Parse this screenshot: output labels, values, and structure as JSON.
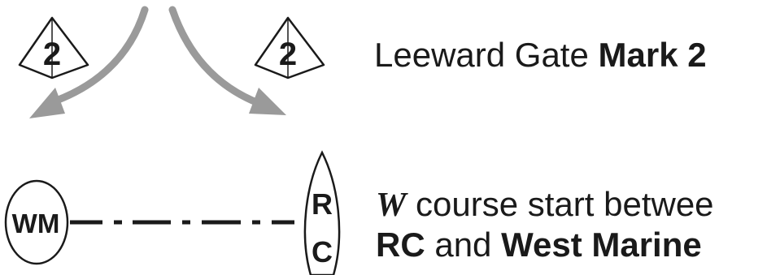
{
  "marks": {
    "left_mark_number": "2",
    "right_mark_number": "2",
    "wm_label": "WM",
    "rc_label_top": "R",
    "rc_label_bottom": "C"
  },
  "text": {
    "gate_prefix": "Leeward Gate",
    "gate_bold": "Mark 2",
    "course_letter": "W",
    "course_rest": " course start betwee",
    "start_rc": "RC",
    "start_and": " and ",
    "start_wm": "West Marine"
  },
  "colors": {
    "ink": "#1a1a1a",
    "arrow": "#9a9a9a"
  }
}
